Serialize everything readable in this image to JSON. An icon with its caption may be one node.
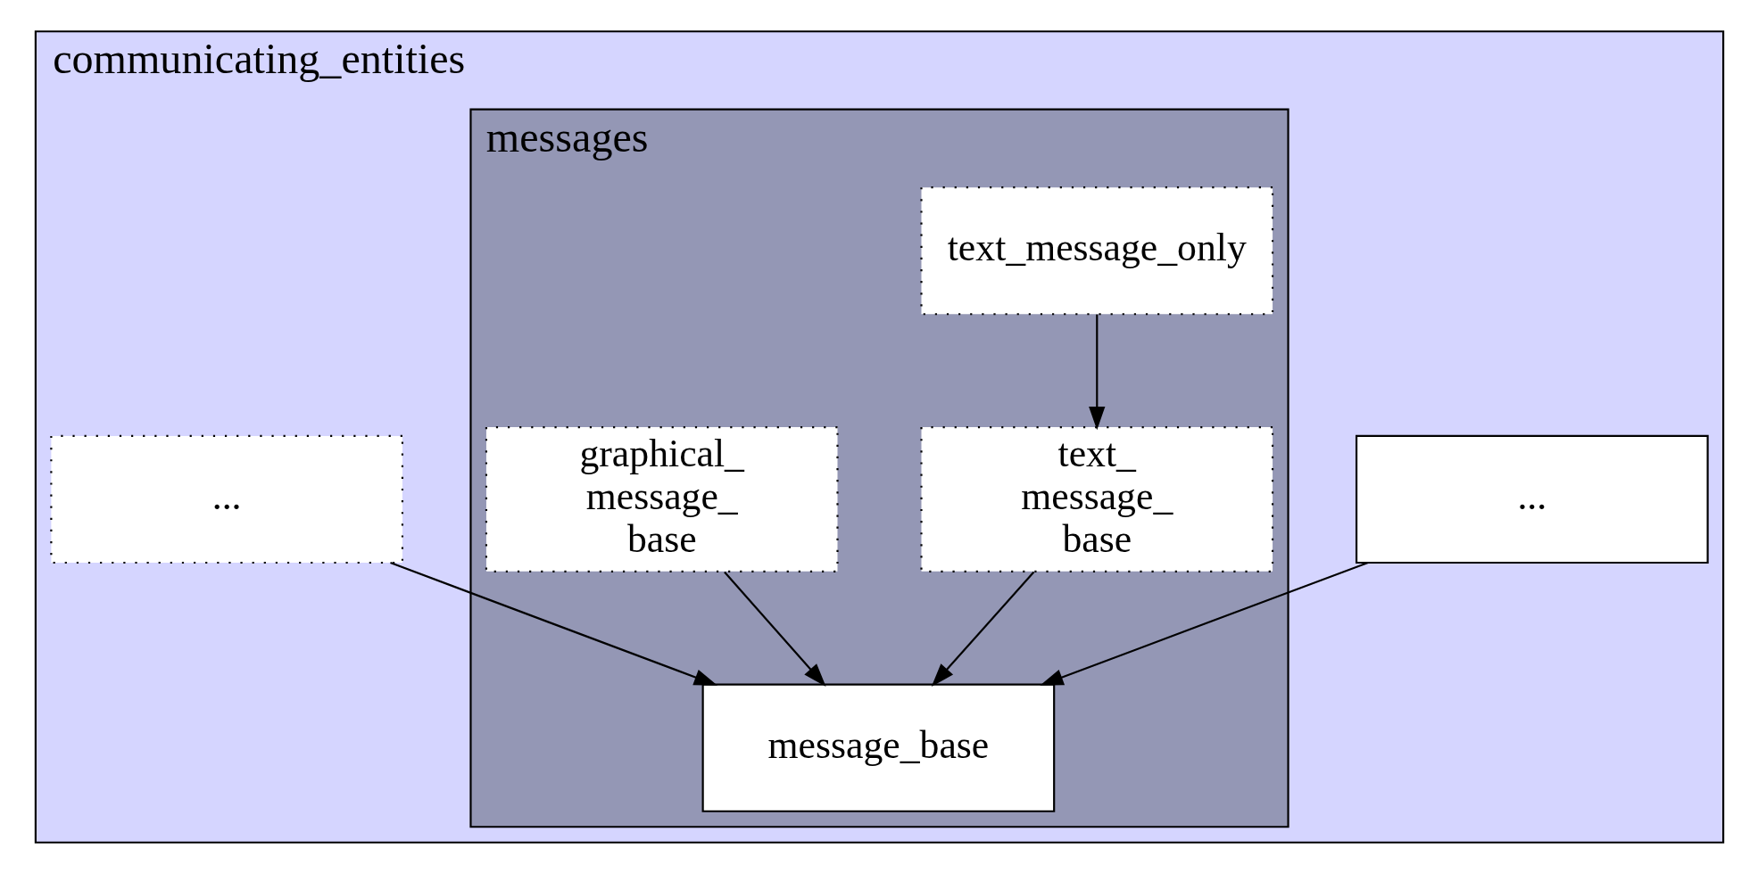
{
  "diagram": {
    "nodes": [
      {
        "text": [
          "communicating_entities"
        ]
      },
      {
        "text": [
          "messages"
        ],
        "in": 0
      },
      {
        "text": [
          "text_message_only"
        ],
        "in": 1
      },
      {
        "text": [
          "..."
        ],
        "in": 0
      },
      {
        "text": [
          "text_ message_ base"
        ],
        "in": 1
      },
      {
        "text": [
          "graphical_ message_ base"
        ],
        "in": 1
      },
      {
        "text": [
          "..."
        ],
        "in": 0
      },
      {
        "text": [
          "message_base"
        ],
        "in": 1
      }
    ],
    "edges": [
      {
        "from": 2,
        "to": 4,
        "arrow": "to"
      },
      {
        "from": 3,
        "to": 7,
        "arrow": "to"
      },
      {
        "from": 4,
        "to": 7,
        "arrow": "to"
      },
      {
        "from": 5,
        "to": 7,
        "arrow": "to"
      },
      {
        "from": 6,
        "to": 7,
        "arrow": "to"
      }
    ]
  }
}
